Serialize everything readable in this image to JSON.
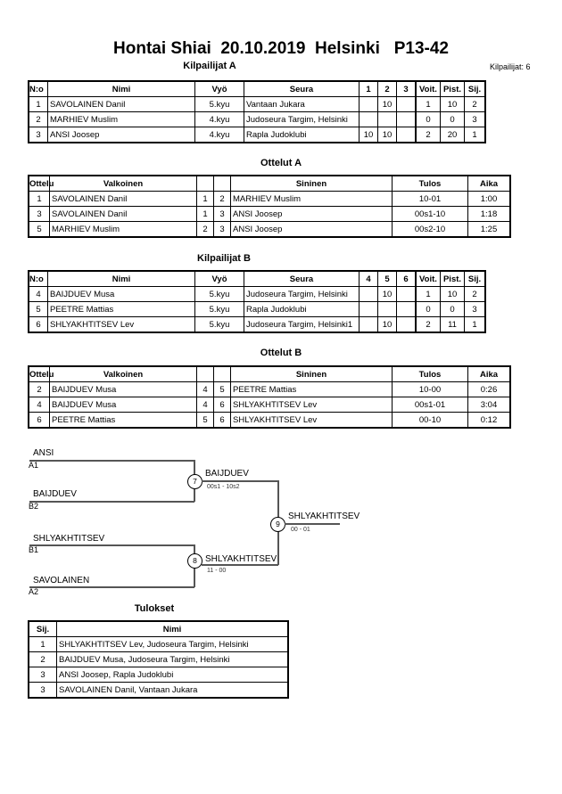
{
  "header": {
    "title": "Hontai Shiai  20.10.2019  Helsinki   P13-42",
    "entrants": "Kilpailijat: 6"
  },
  "sections": {
    "pool_a_caption": "Kilpailijat A",
    "matches_a_caption": "Ottelut A",
    "pool_b_caption": "Kilpailijat B",
    "matches_b_caption": "Ottelut B",
    "results_caption": "Tulokset"
  },
  "pool_a": {
    "headers": [
      "N:o",
      "Nimi",
      "Vyö",
      "Seura",
      "1",
      "2",
      "3",
      "Voit.",
      "Pist.",
      "Sij."
    ],
    "rows": [
      {
        "no": "1",
        "nimi": "SAVOLAINEN Danil",
        "vyo": "5.kyu",
        "seura": "Vantaan Jukara",
        "s1": "",
        "s2": "10",
        "s3": "",
        "voit": "1",
        "pist": "10",
        "sij": "2"
      },
      {
        "no": "2",
        "nimi": "MARHIEV Muslim",
        "vyo": "4.kyu",
        "seura": "Judoseura Targim, Helsinki",
        "s1": "",
        "s2": "",
        "s3": "",
        "voit": "0",
        "pist": "0",
        "sij": "3"
      },
      {
        "no": "3",
        "nimi": "ANSI Joosep",
        "vyo": "4.kyu",
        "seura": "Rapla Judoklubi",
        "s1": "10",
        "s2": "10",
        "s3": "",
        "voit": "2",
        "pist": "20",
        "sij": "1"
      }
    ]
  },
  "matches_a": {
    "headers": [
      "Ottelu",
      "Valkoinen",
      "",
      "",
      "Sininen",
      "Tulos",
      "Aika"
    ],
    "rows": [
      {
        "ottelu": "1",
        "valkoinen": "SAVOLAINEN Danil",
        "wn": "1",
        "bn": "2",
        "sininen": "MARHIEV Muslim",
        "tulos": "10-01",
        "aika": "1:00"
      },
      {
        "ottelu": "3",
        "valkoinen": "SAVOLAINEN Danil",
        "wn": "1",
        "bn": "3",
        "sininen": "ANSI Joosep",
        "tulos": "00s1-10",
        "aika": "1:18"
      },
      {
        "ottelu": "5",
        "valkoinen": "MARHIEV Muslim",
        "wn": "2",
        "bn": "3",
        "sininen": "ANSI Joosep",
        "tulos": "00s2-10",
        "aika": "1:25"
      }
    ]
  },
  "pool_b": {
    "headers": [
      "N:o",
      "Nimi",
      "Vyö",
      "Seura",
      "4",
      "5",
      "6",
      "Voit.",
      "Pist.",
      "Sij."
    ],
    "rows": [
      {
        "no": "4",
        "nimi": "BAIJDUEV Musa",
        "vyo": "5.kyu",
        "seura": "Judoseura Targim, Helsinki",
        "s1": "",
        "s2": "10",
        "s3": "",
        "voit": "1",
        "pist": "10",
        "sij": "2"
      },
      {
        "no": "5",
        "nimi": "PEETRE Mattias",
        "vyo": "5.kyu",
        "seura": "Rapla Judoklubi",
        "s1": "",
        "s2": "",
        "s3": "",
        "voit": "0",
        "pist": "0",
        "sij": "3"
      },
      {
        "no": "6",
        "nimi": "SHLYAKHTITSEV Lev",
        "vyo": "5.kyu",
        "seura": "Judoseura Targim, Helsinki1",
        "s1": "",
        "s2": "10",
        "s3": "",
        "voit": "2",
        "pist": "11",
        "sij": "1"
      }
    ]
  },
  "matches_b": {
    "headers": [
      "Ottelu",
      "Valkoinen",
      "",
      "",
      "Sininen",
      "Tulos",
      "Aika"
    ],
    "rows": [
      {
        "ottelu": "2",
        "valkoinen": "BAIJDUEV Musa",
        "wn": "4",
        "bn": "5",
        "sininen": "PEETRE Mattias",
        "tulos": "10-00",
        "aika": "0:26"
      },
      {
        "ottelu": "4",
        "valkoinen": "BAIJDUEV Musa",
        "wn": "4",
        "bn": "6",
        "sininen": "SHLYAKHTITSEV Lev",
        "tulos": "00s1-01",
        "aika": "3:04"
      },
      {
        "ottelu": "6",
        "valkoinen": "PEETRE Mattias",
        "wn": "5",
        "bn": "6",
        "sininen": "SHLYAKHTITSEV Lev",
        "tulos": "00-10",
        "aika": "0:12"
      }
    ]
  },
  "bracket": {
    "entries": [
      {
        "name": "ANSI",
        "seed": "A1"
      },
      {
        "name": "BAIJDUEV",
        "seed": "B2"
      },
      {
        "name": "SHLYAKHTITSEV",
        "seed": "B1"
      },
      {
        "name": "SAVOLAINEN",
        "seed": "A2"
      }
    ],
    "nodes": [
      {
        "num": "7",
        "winner": "BAIJDUEV",
        "score": "00s1 - 10s2"
      },
      {
        "num": "8",
        "winner": "SHLYAKHTITSEV",
        "score": "11 - 00"
      },
      {
        "num": "9",
        "winner": "SHLYAKHTITSEV",
        "score": "00 - 01"
      }
    ]
  },
  "results": {
    "headers": [
      "Sij.",
      "Nimi"
    ],
    "rows": [
      {
        "sij": "1",
        "nimi": "SHLYAKHTITSEV Lev, Judoseura Targim, Helsinki"
      },
      {
        "sij": "2",
        "nimi": "BAIJDUEV Musa, Judoseura Targim, Helsinki"
      },
      {
        "sij": "3",
        "nimi": "ANSI Joosep, Rapla Judoklubi"
      },
      {
        "sij": "3",
        "nimi": "SAVOLAINEN Danil, Vantaan Jukara"
      }
    ]
  }
}
